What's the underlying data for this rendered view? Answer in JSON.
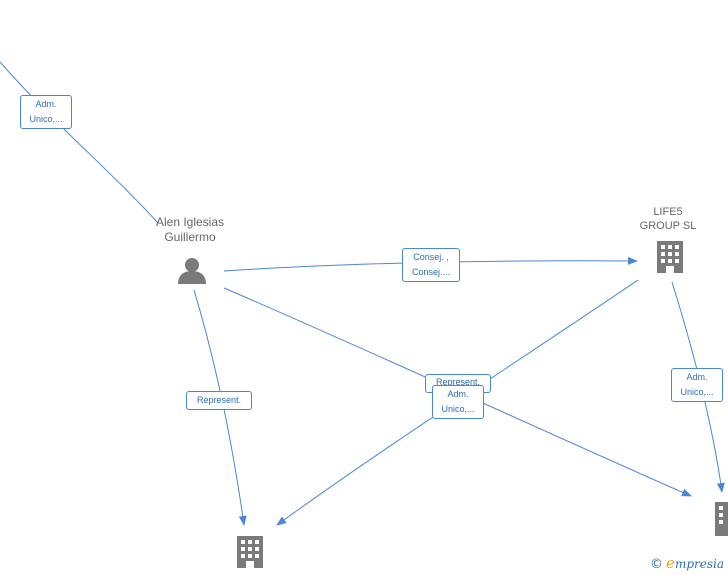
{
  "nodes": {
    "person": {
      "label_line1": "Alen Iglesias",
      "label_line2": "Guillermo"
    },
    "company_life5": {
      "label_line1": "LIFE5",
      "label_line2": "GROUP  SL"
    }
  },
  "edges": {
    "top_left": {
      "line1": "Adm.",
      "line2": "Unico,..."
    },
    "person_to_life5": {
      "line1": "Consej. ,",
      "line2": "Consej...."
    },
    "person_to_bottom": {
      "line1": "Represent."
    },
    "center_back": {
      "line1": "Represent."
    },
    "center_front": {
      "line1": "Adm.",
      "line2": "Unico,..."
    },
    "life5_to_right": {
      "line1": "Adm.",
      "line2": "Unico,..."
    }
  },
  "brand": {
    "copyright": "©",
    "e": "e",
    "rest": "mpresia"
  },
  "colors": {
    "edge": "#4a86d8",
    "edge_text": "#2f6db5",
    "icon": "#7a7a7a",
    "label": "#666666"
  }
}
